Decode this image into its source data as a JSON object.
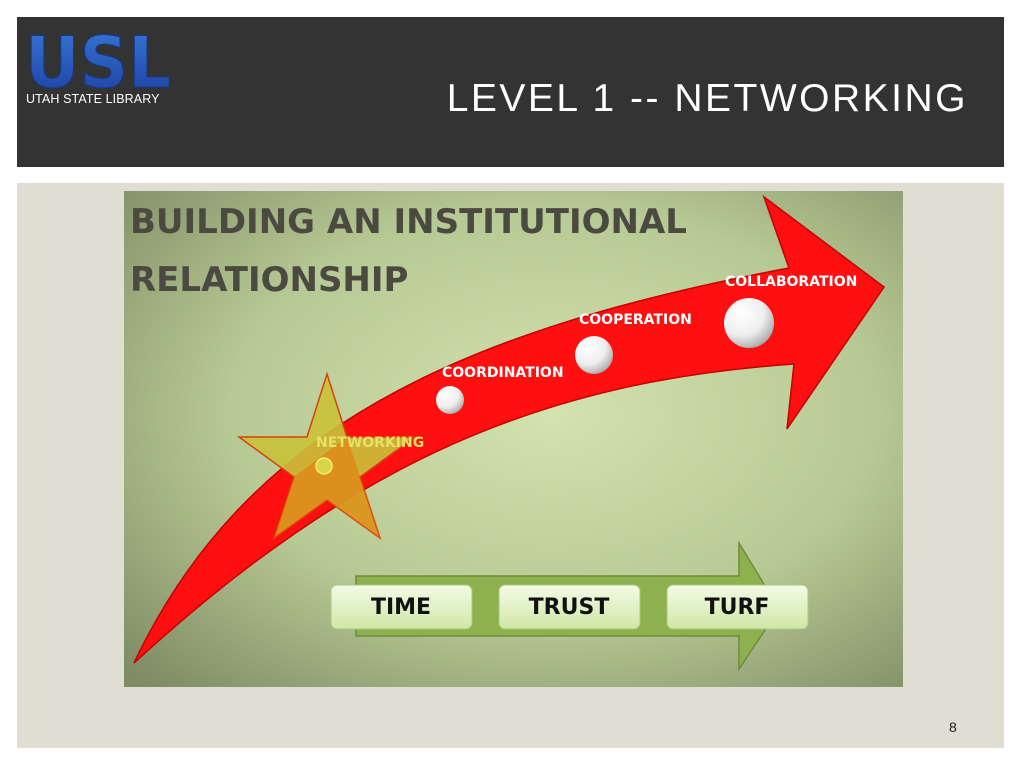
{
  "header": {
    "logo_text": "USL",
    "org_name": "UTAH STATE LIBRARY",
    "title": "LEVEL 1 -- NETWORKING"
  },
  "diagram": {
    "title_line1": "BUILDING AN INSTITUTIONAL",
    "title_line2": "RELATIONSHIP",
    "stages": [
      "NETWORKING",
      "COORDINATION",
      "COOPERATION",
      "COLLABORATION"
    ],
    "factors": [
      "TIME",
      "TRUST",
      "TURF"
    ]
  },
  "colors": {
    "header_bg": "#333333",
    "content_bg": "#e0ddd3",
    "arrow_red": "#ff0f0f",
    "star_fill": "#c9c239",
    "factor_arrow": "#8fb04f",
    "factor_box": "#e6f5cf"
  },
  "footer": {
    "page_number": "8"
  }
}
